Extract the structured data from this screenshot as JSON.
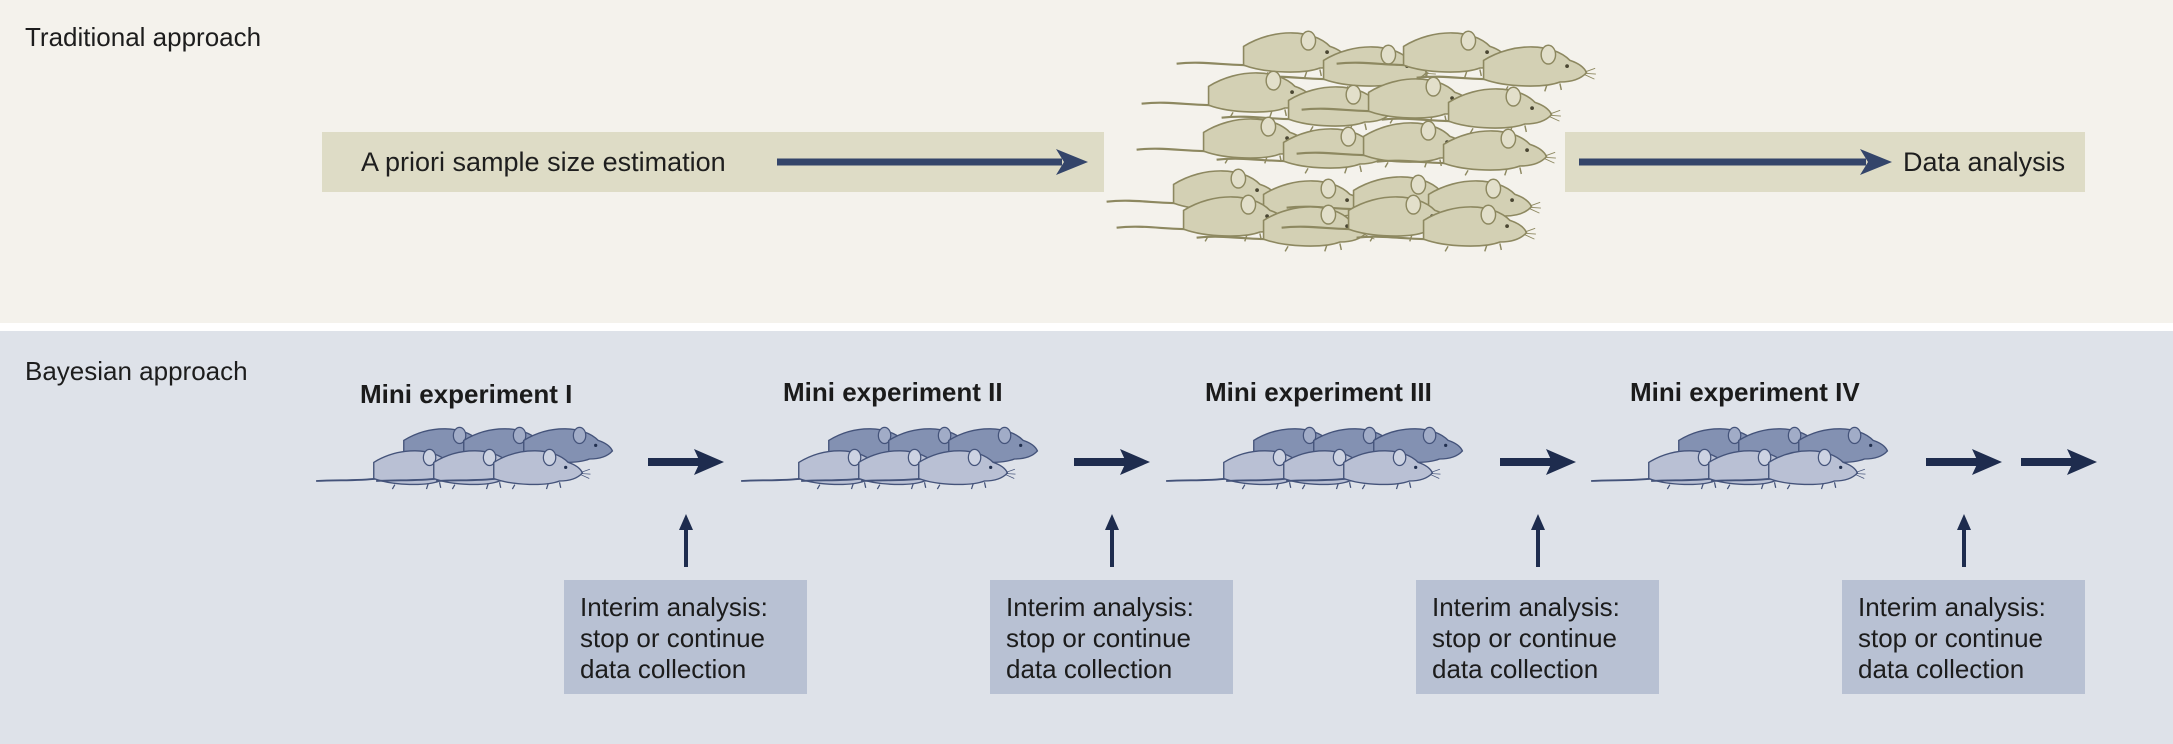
{
  "traditional": {
    "title": "Traditional approach",
    "step_left": "A priori sample size estimation",
    "step_right": "Data analysis"
  },
  "bayesian": {
    "title": "Bayesian approach",
    "experiments": [
      {
        "title": "Mini experiment I"
      },
      {
        "title": "Mini experiment II"
      },
      {
        "title": "Mini experiment III"
      },
      {
        "title": "Mini experiment IV"
      }
    ],
    "interim": {
      "line1": "Interim analysis:",
      "line2": "stop or continue",
      "line3": "data collection"
    }
  },
  "colors": {
    "top_background": "#f4f2ec",
    "bottom_background": "#dee2e9",
    "bar_fill": "#dedcc6",
    "arrow": "#34456a",
    "interim_box": "#b8c1d3",
    "mouse_top": "#d3d0b4",
    "mouse_bottom": "#b9c0d4"
  },
  "icons": {
    "mouse": "mouse-icon",
    "arrow": "arrow-right-icon"
  }
}
